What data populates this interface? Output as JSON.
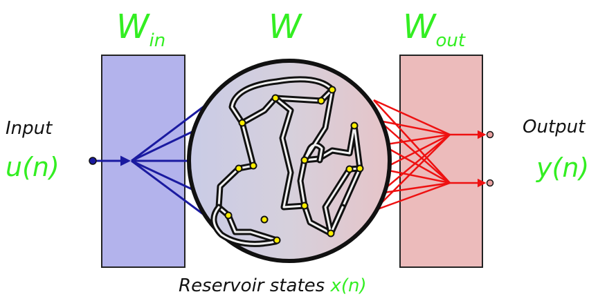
{
  "weights": {
    "w_in": {
      "base": "W",
      "sub": "in"
    },
    "w": {
      "base": "W"
    },
    "w_out": {
      "base": "W",
      "sub": "out"
    }
  },
  "input": {
    "title": "Input",
    "signal": "u(n)"
  },
  "output": {
    "title": "Output",
    "signal": "y(n)"
  },
  "reservoir": {
    "caption": "Reservoir states",
    "signal": "x(n)"
  },
  "colors": {
    "label_green": "#33ee22",
    "input_panel": "#b3b3ec",
    "output_panel": "#ecbbbb",
    "input_arrows": "#1a1aa0",
    "output_arrows": "#ee1111",
    "node": "#ffee00"
  },
  "icons": [
    "input-node-icon",
    "output-node-icon"
  ]
}
